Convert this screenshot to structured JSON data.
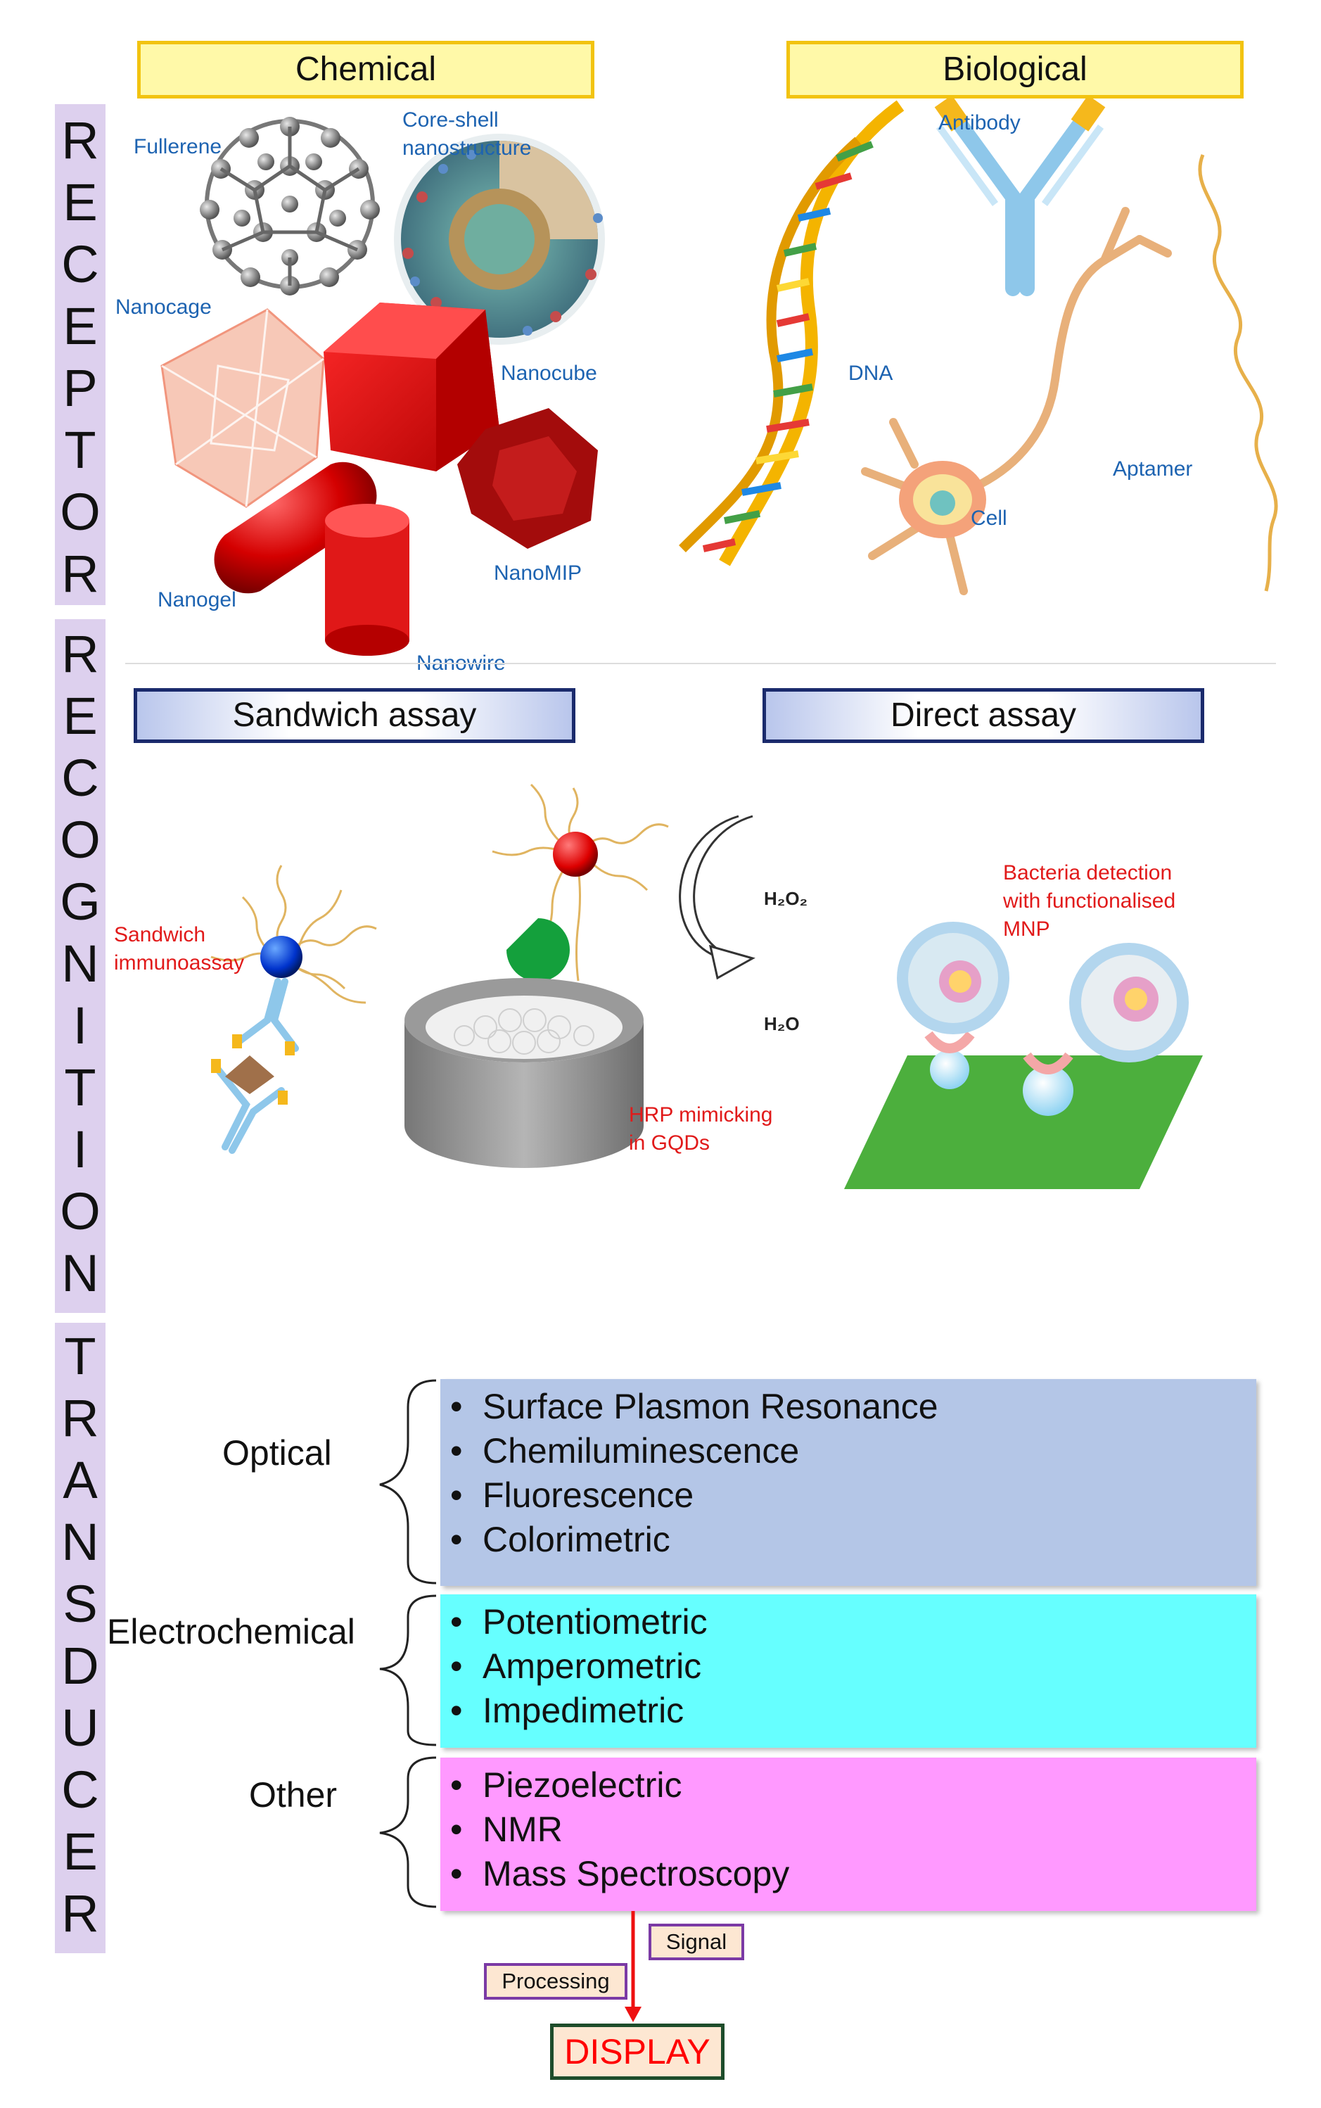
{
  "side_labels": {
    "receptor": [
      "R",
      "E",
      "C",
      "E",
      "P",
      "T",
      "O",
      "R"
    ],
    "recognition": [
      "R",
      "E",
      "C",
      "O",
      "G",
      "N",
      "I",
      "T",
      "I",
      "O",
      "N"
    ],
    "transducer": [
      "T",
      "R",
      "A",
      "N",
      "S",
      "D",
      "U",
      "C",
      "E",
      "R"
    ]
  },
  "headers": {
    "chemical": "Chemical",
    "biological": "Biological",
    "sandwich": "Sandwich assay",
    "direct": "Direct assay"
  },
  "chemical_labels": {
    "fullerene": "Fullerene",
    "core_shell_1": "Core-shell",
    "core_shell_2": "nanostructure",
    "nanocage": "Nanocage",
    "nanocube": "Nanocube",
    "nanogel": "Nanogel",
    "nanomip": "NanoMIP",
    "nanowire": "Nanowire"
  },
  "biological_labels": {
    "antibody": "Antibody",
    "dna": "DNA",
    "aptamer": "Aptamer",
    "cell": "Cell"
  },
  "assay_labels": {
    "sandwich_1": "Sandwich",
    "sandwich_2": "immunoassay",
    "h2o2": "H₂O₂",
    "h2o": "H₂O",
    "hrp_1": "HRP mimicking",
    "hrp_2": "in GQDs",
    "bacteria_1": "Bacteria detection",
    "bacteria_2": "with functionalised",
    "bacteria_3": "MNP"
  },
  "transducers": {
    "optical": {
      "label": "Optical",
      "color": "#b4c6e7",
      "items": [
        "Surface Plasmon Resonance",
        "Chemiluminescence",
        "Fluorescence",
        "Colorimetric"
      ]
    },
    "electrochemical": {
      "label": "Electrochemical",
      "color": "#66ffff",
      "items": [
        "Potentiometric",
        "Amperometric",
        "Impedimetric"
      ]
    },
    "other": {
      "label": "Other",
      "color": "#ff99ff",
      "items": [
        "Piezoelectric",
        "NMR",
        "Mass Spectroscopy"
      ]
    }
  },
  "flow": {
    "signal": "Signal",
    "processing": "Processing",
    "display": "DISPLAY",
    "display_color": "#ff0000"
  }
}
